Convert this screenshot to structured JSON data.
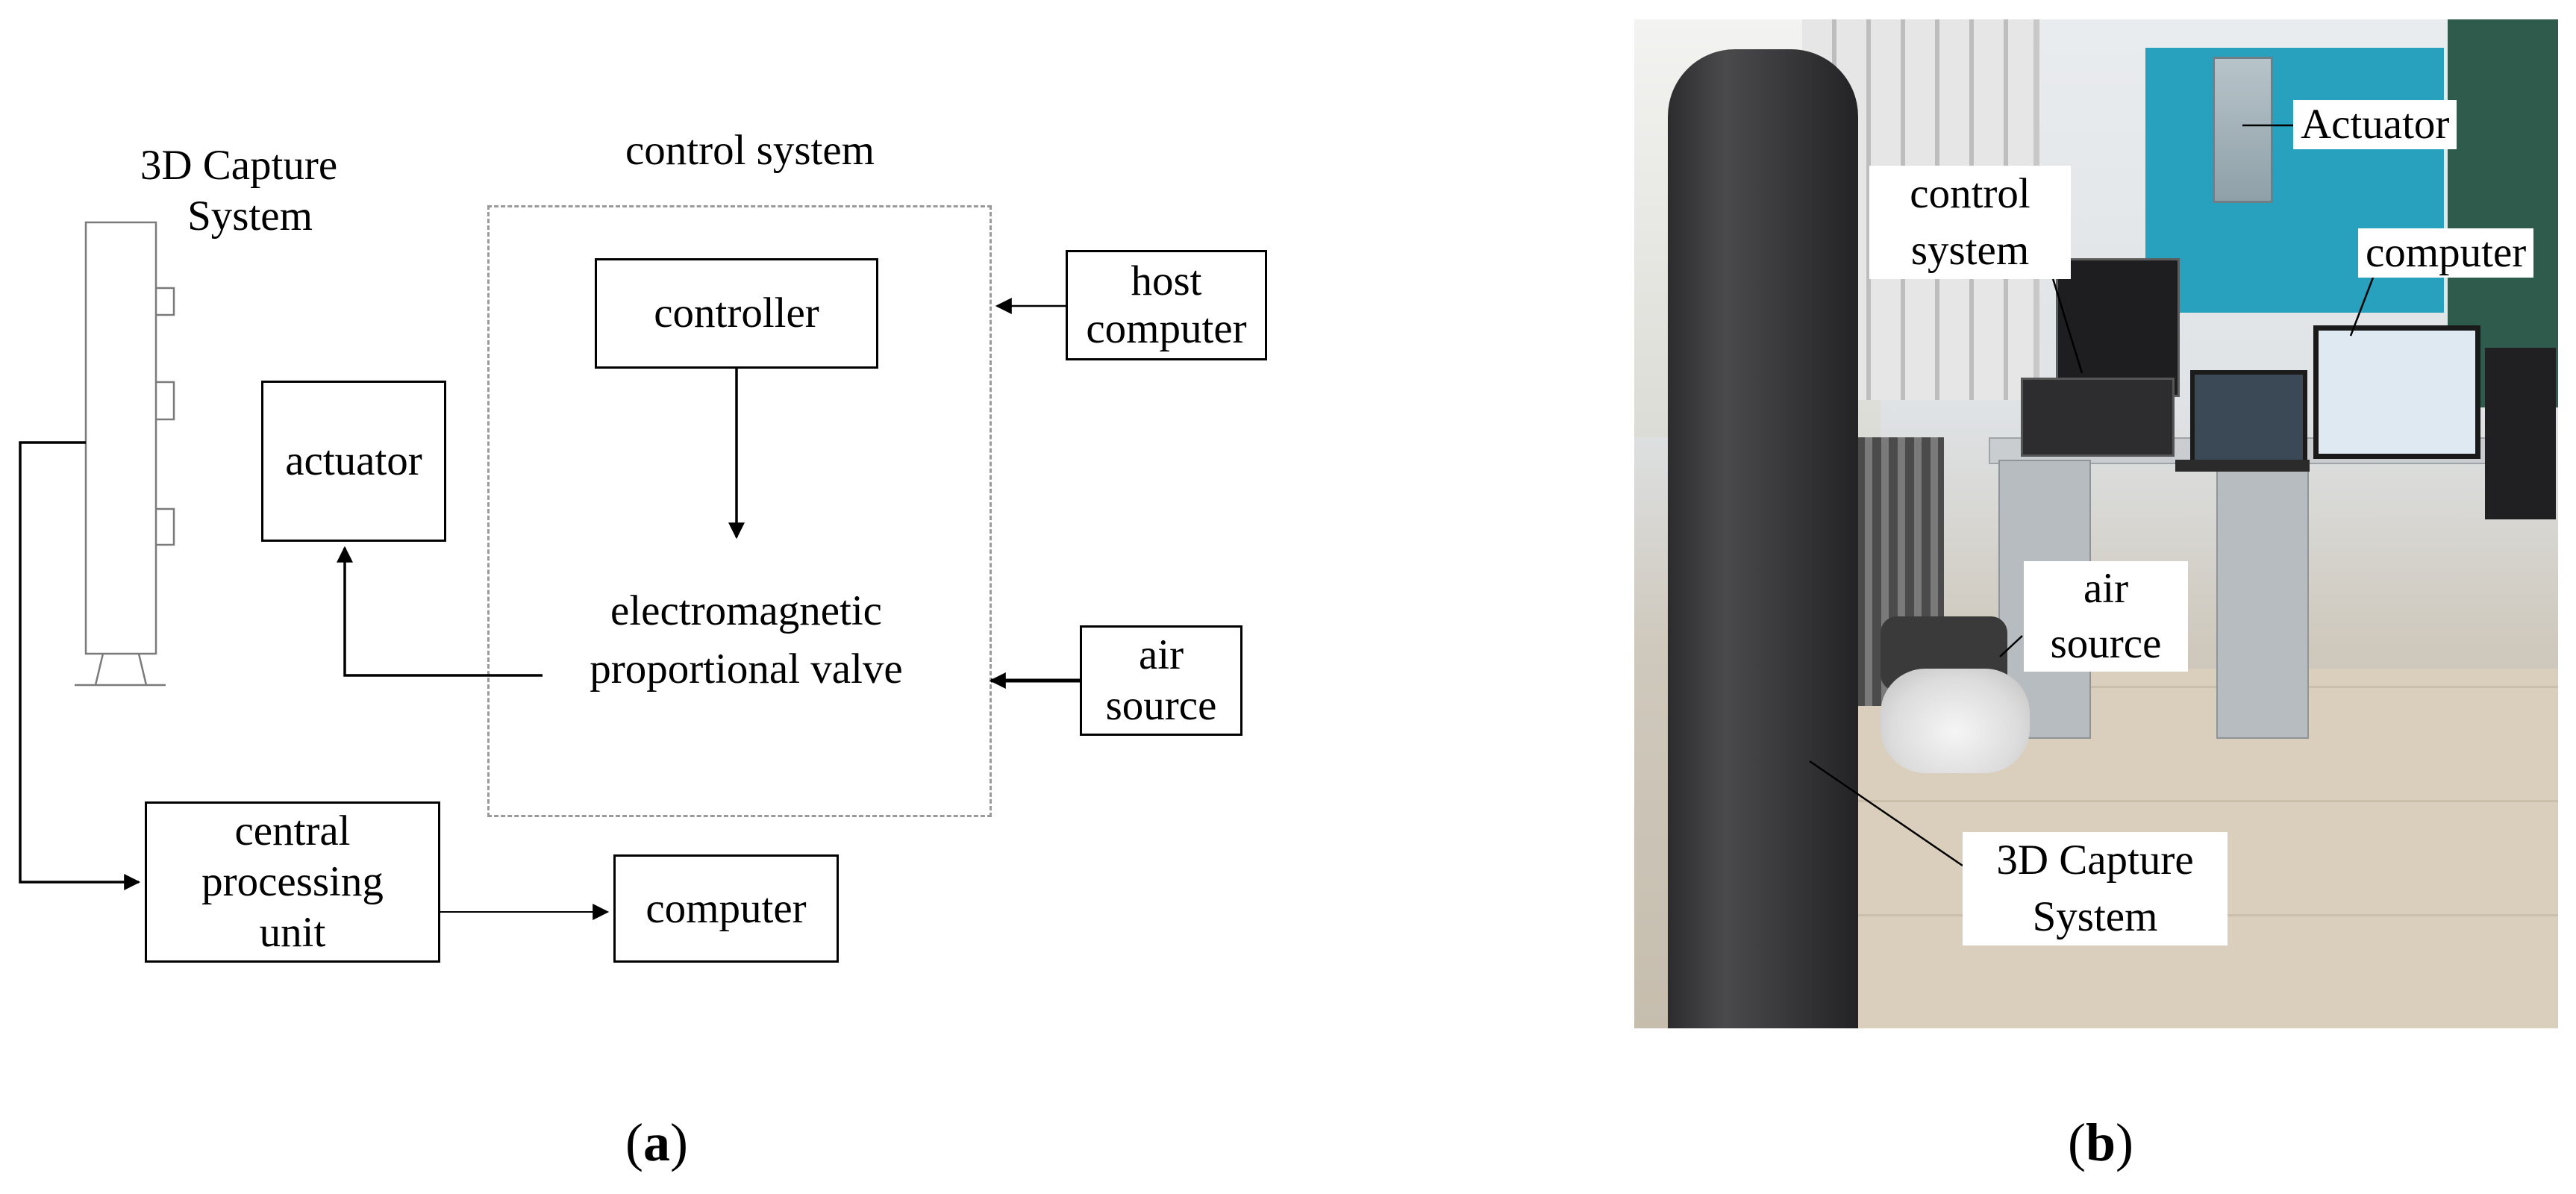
{
  "panel_a": {
    "capture_system_label": [
      "3D Capture",
      "System"
    ],
    "control_system_label": "control system",
    "controller": "controller",
    "host_computer": [
      "host",
      "computer"
    ],
    "actuator": "actuator",
    "valve": [
      "electromagnetic",
      "proportional valve"
    ],
    "air_source": [
      "air",
      "source"
    ],
    "cpu": [
      "central",
      "processing",
      "unit"
    ],
    "computer": "computer",
    "caption": "a"
  },
  "panel_b": {
    "actuator": "Actuator",
    "control_system": [
      "control",
      "system"
    ],
    "computer": "computer",
    "air_source": [
      "air",
      "source"
    ],
    "capture_system": [
      "3D Capture",
      "System"
    ],
    "caption": "b"
  },
  "colors": {
    "line": "#000000",
    "dashed_border": "#9a9a9a",
    "thin_outline": "#7a7a7a",
    "tower": "#2c2c2e",
    "board": "#27a1bd"
  }
}
